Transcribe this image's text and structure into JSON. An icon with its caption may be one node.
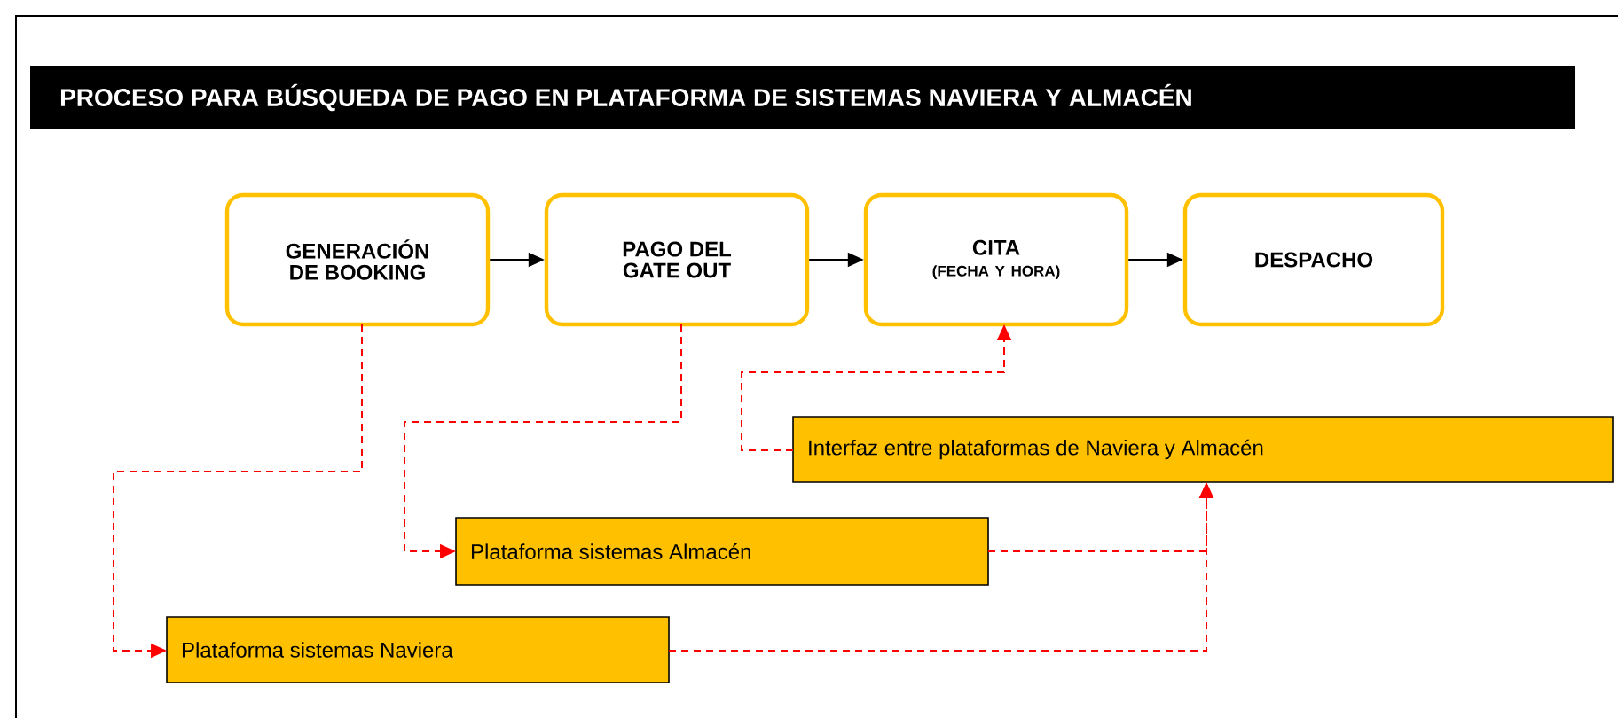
{
  "diagram": {
    "title": "PROCESO PARA BÚSQUEDA DE PAGO EN PLATAFORMA DE SISTEMAS NAVIERA Y ALMACÉN",
    "nodes": [
      {
        "text": [
          "GENERACIÓN DE BOOKING"
        ]
      },
      {
        "text": [
          "PAGO DEL GATE OUT"
        ]
      },
      {
        "text": [
          "CITA",
          "(FECHA Y HORA)"
        ]
      },
      {
        "text": [
          "DESPACHO"
        ]
      },
      {
        "text": [
          "Interfaz entre plataformas de Naviera y Almacén"
        ]
      },
      {
        "text": [
          "Plataforma sistemas Almacén"
        ]
      },
      {
        "text": [
          "Plataforma sistemas Naviera"
        ]
      }
    ],
    "edges": [
      {
        "from": 0,
        "to": 1,
        "arrow": "to",
        "color": "#000000"
      },
      {
        "from": 1,
        "to": 2,
        "arrow": "to",
        "color": "#000000"
      },
      {
        "from": 2,
        "to": 3,
        "arrow": "to",
        "color": "#000000"
      },
      {
        "from": 0,
        "to": 6,
        "arrow": "to",
        "style": "dashed"
      },
      {
        "from": 1,
        "to": 5,
        "arrow": "to",
        "style": "dashed"
      },
      {
        "from": 4,
        "to": 2,
        "arrow": "to",
        "style": "dashed"
      },
      {
        "from": 5,
        "to": 4,
        "arrow": "to",
        "style": "dashed"
      },
      {
        "from": 6,
        "to": 4,
        "arrow": "to",
        "style": "dashed"
      }
    ]
  }
}
